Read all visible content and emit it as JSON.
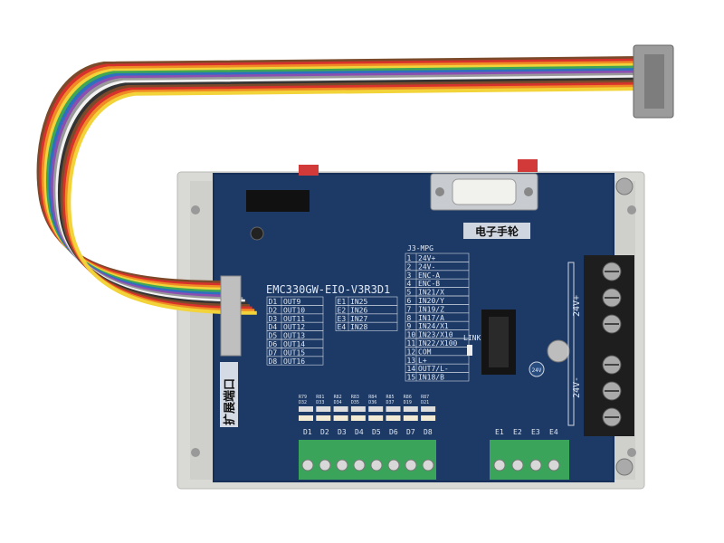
{
  "board": {
    "model": "EMC330GW-EIO-V3R3D1",
    "port_label": "扩展端口",
    "mpg_label": "电子手轮",
    "j3_title": "J3-MPG",
    "link_label": "LINK",
    "power_top": "24V+",
    "power_bottom": "24V-",
    "led_24v": "24V",
    "outputs": [
      {
        "pin": "D1",
        "name": "OUT9"
      },
      {
        "pin": "D2",
        "name": "OUT10"
      },
      {
        "pin": "D3",
        "name": "OUT11"
      },
      {
        "pin": "D4",
        "name": "OUT12"
      },
      {
        "pin": "D5",
        "name": "OUT13"
      },
      {
        "pin": "D6",
        "name": "OUT14"
      },
      {
        "pin": "D7",
        "name": "OUT15"
      },
      {
        "pin": "D8",
        "name": "OUT16"
      }
    ],
    "inputs": [
      {
        "pin": "E1",
        "name": "IN25"
      },
      {
        "pin": "E2",
        "name": "IN26"
      },
      {
        "pin": "E3",
        "name": "IN27"
      },
      {
        "pin": "E4",
        "name": "IN28"
      }
    ],
    "mpg_pins": [
      {
        "pin": "1",
        "name": "24V+"
      },
      {
        "pin": "2",
        "name": "24V-"
      },
      {
        "pin": "3",
        "name": "ENC-A"
      },
      {
        "pin": "4",
        "name": "ENC-B"
      },
      {
        "pin": "5",
        "name": "IN21/X"
      },
      {
        "pin": "6",
        "name": "IN20/Y"
      },
      {
        "pin": "7",
        "name": "IN19/Z"
      },
      {
        "pin": "8",
        "name": "IN17/A"
      },
      {
        "pin": "9",
        "name": "IN24/X1"
      },
      {
        "pin": "10",
        "name": "IN23/X10"
      },
      {
        "pin": "11",
        "name": "IN22/X100"
      },
      {
        "pin": "12",
        "name": "COM"
      },
      {
        "pin": "13",
        "name": "L+"
      },
      {
        "pin": "14",
        "name": "OUT7/L-"
      },
      {
        "pin": "15",
        "name": "IN18/B"
      }
    ],
    "terminal_d_labels": [
      "D1",
      "D2",
      "D3",
      "D4",
      "D5",
      "D6",
      "D7",
      "D8"
    ],
    "terminal_e_labels": [
      "E1",
      "E2",
      "E3",
      "E4"
    ],
    "resistor_labels": [
      "R79",
      "R81",
      "R82",
      "R83",
      "R84",
      "R85",
      "R86",
      "R87"
    ],
    "diode_labels": [
      "D32",
      "D33",
      "D34",
      "D35",
      "D36",
      "D37",
      "D19",
      "D21"
    ]
  },
  "colors": {
    "pcb": "#1d3a66",
    "bracket": "#d9d9d6",
    "terminal_green": "#3aa45a",
    "terminal_black": "#222222"
  },
  "ribbon_colors": [
    "#7a4a2a",
    "#d8322c",
    "#f08a24",
    "#f2d43a",
    "#3ea655",
    "#2f6fc0",
    "#8a4fb0",
    "#9a9a9a",
    "#f2f2f2",
    "#333333",
    "#7a4a2a",
    "#d8322c",
    "#f08a24",
    "#f2d43a"
  ]
}
